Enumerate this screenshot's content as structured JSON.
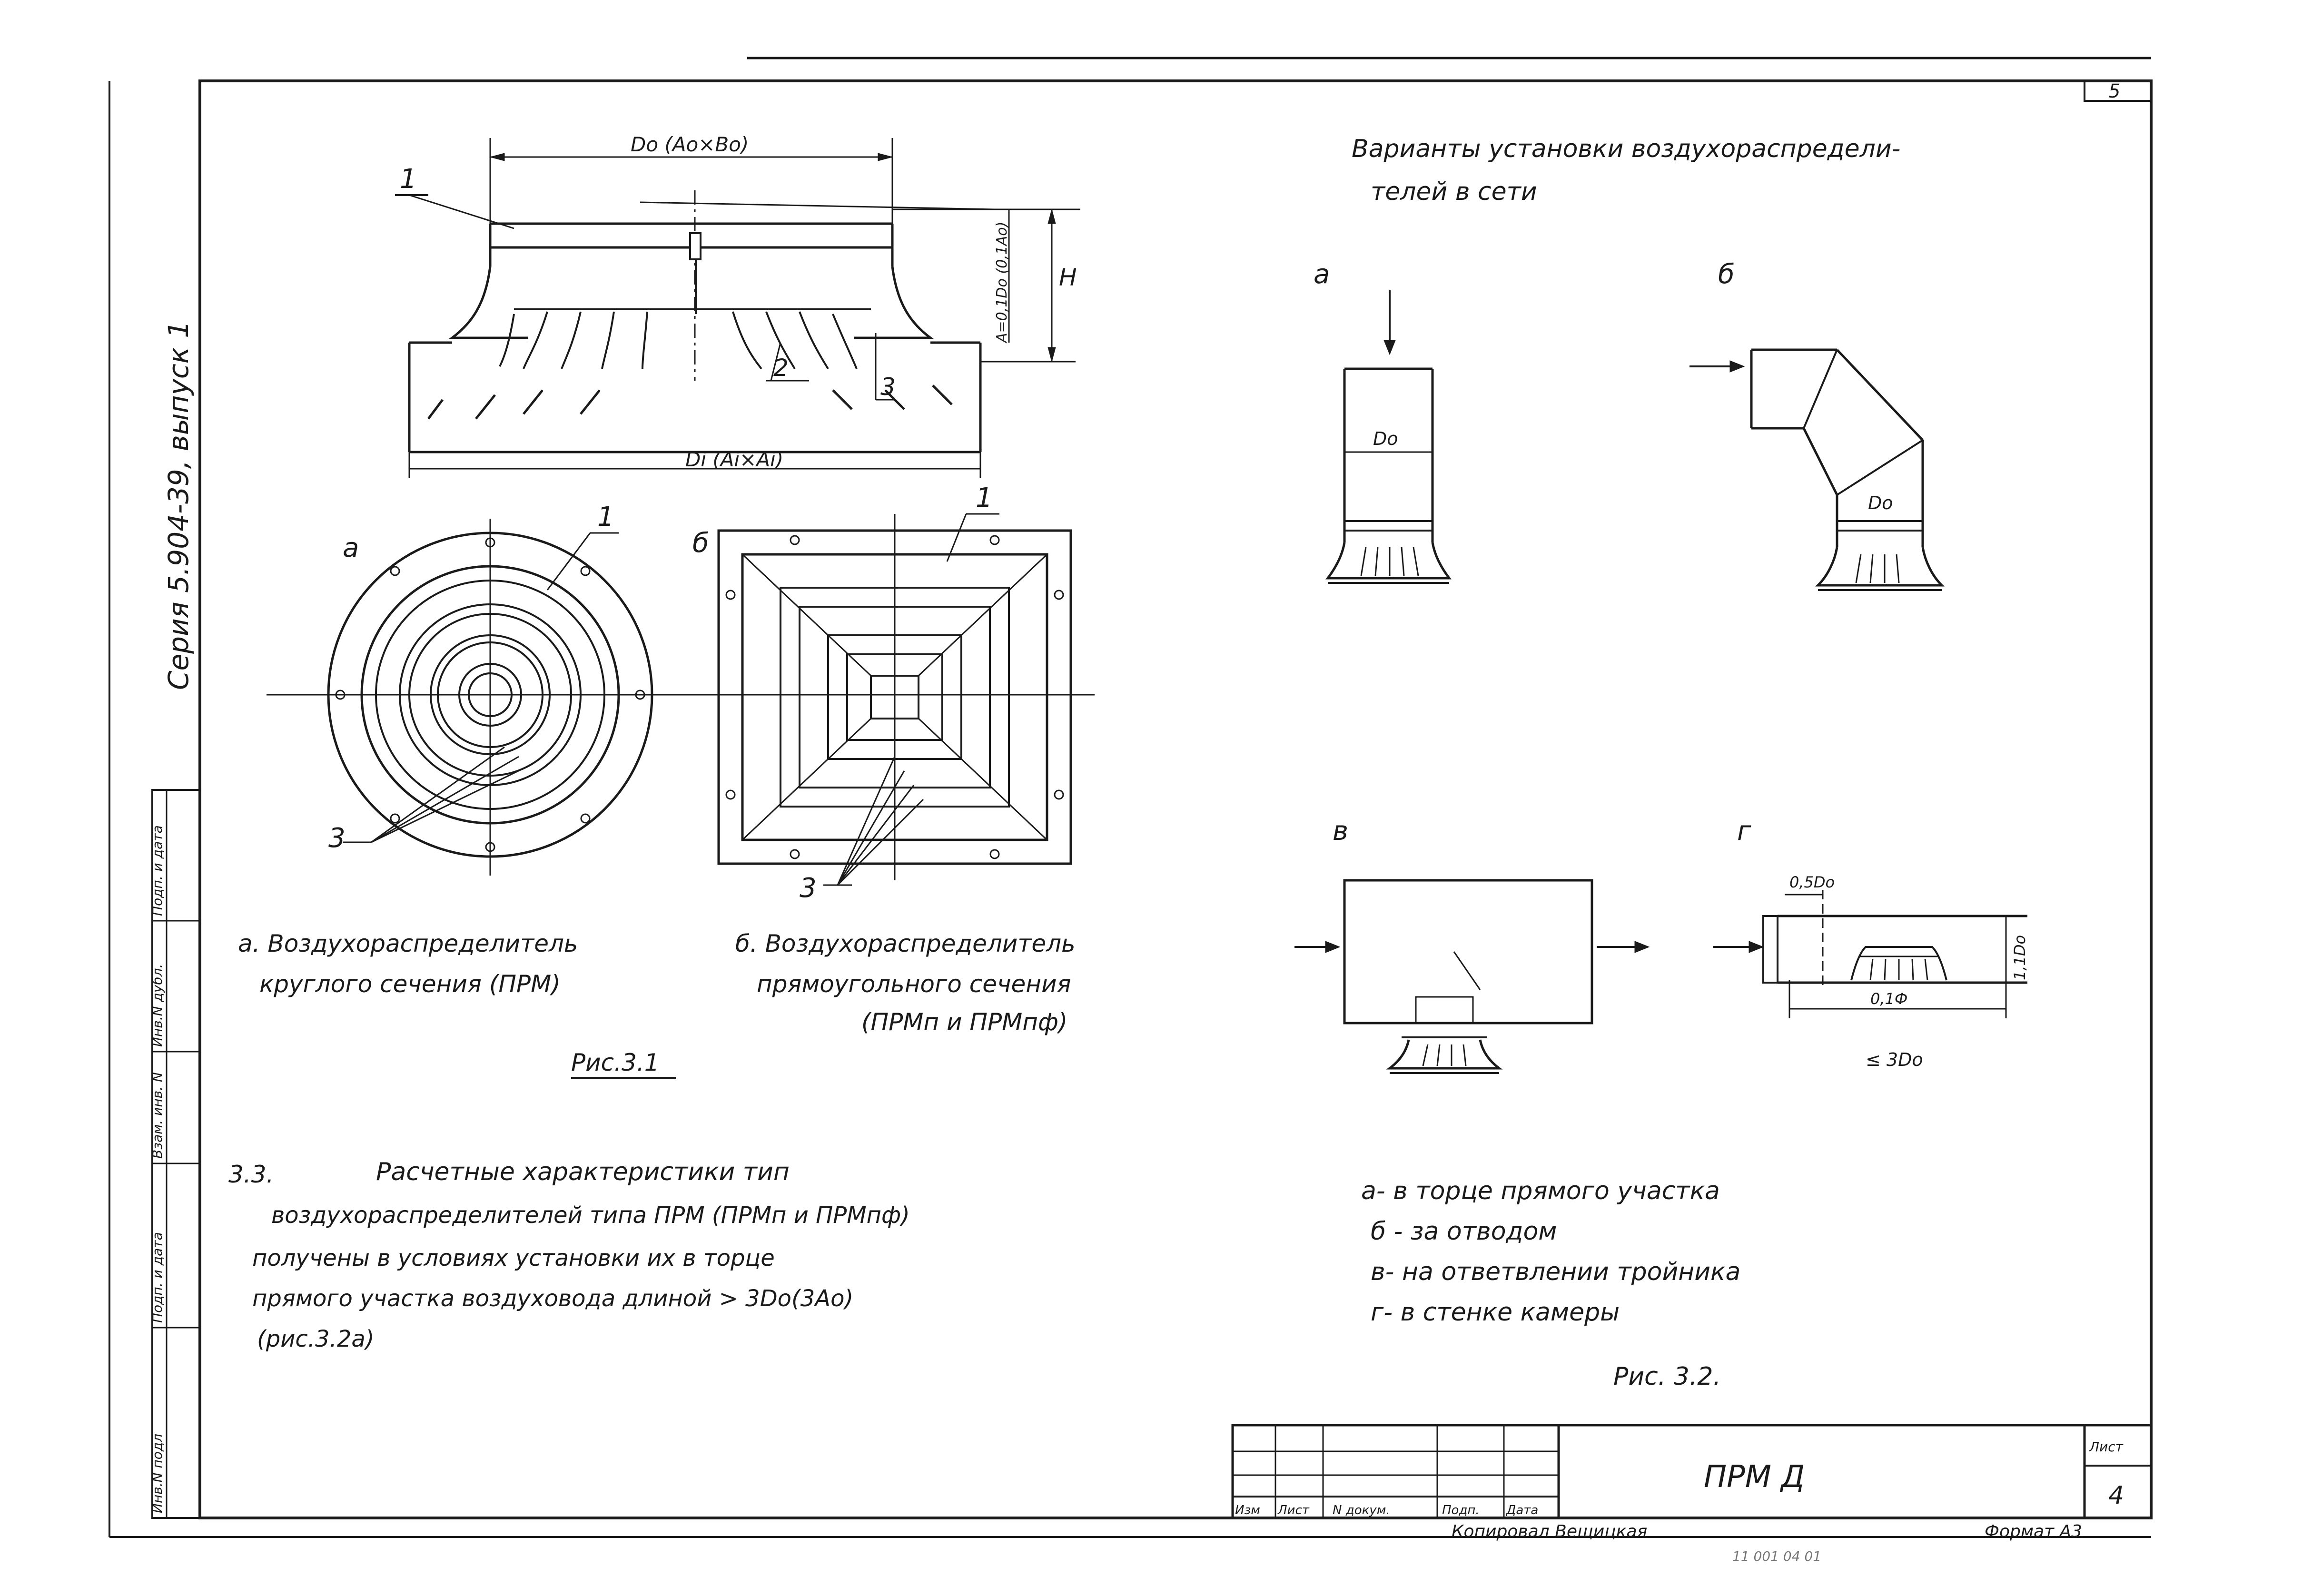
{
  "sheet": {
    "page_number": "5",
    "series_stamp": "Серия 5.904-39, выпуск 1",
    "format_label": "Формат А3",
    "copied_by": "Копировал Вещицкая",
    "bottom_number": "11 001 04 01"
  },
  "left_margin_stamp": [
    "Инв.N подл",
    "Подп. и дата",
    "Взам. инв. N",
    "Инв.N дубл.",
    "Подп. и дата"
  ],
  "fig31": {
    "dim_top": "Do (Ao×Bo)",
    "dim_bottom": "Di (Ai×Ai)",
    "dim_h": "H",
    "dim_a": "A=0,1Do (0,1Ao)",
    "callouts": [
      "1",
      "2",
      "3"
    ],
    "view_a_letter": "а",
    "view_b_letter": "б",
    "view_a_callouts": [
      "1",
      "3"
    ],
    "view_b_callouts": [
      "1",
      "3"
    ],
    "caption_a_line1": "а. Воздухораспределитель",
    "caption_a_line2": "круглого сечения (ПРМ)",
    "caption_b_line1": "б. Воздухораспределитель",
    "caption_b_line2": "прямоугольного сечения",
    "caption_b_line3": "(ПРМп и ПРМпф)",
    "figure_label": "Рис.3.1"
  },
  "fig32": {
    "heading_line1": "Варианты установки воздухораспредели-",
    "heading_line2": "телей в сети",
    "letters": [
      "а",
      "б",
      "в",
      "г"
    ],
    "label_do_a": "Do",
    "label_do_b": "Do",
    "label_05do": "0,5Do",
    "label_11do": "1,1Do",
    "label_len": "0,1Ф",
    "label_3do": "≤ 3Do",
    "legend": [
      "а- в торце прямого участка",
      "б - за отводом",
      "в- на ответвлении тройника",
      "г- в стенке камеры"
    ],
    "figure_label": "Рис. 3.2."
  },
  "section33": {
    "number": "3.3.",
    "lines": [
      "Расчетные характеристики тип",
      "воздухораспределителей типа ПРМ (ПРМп и ПРМпф)",
      "получены в условиях установки их в торце",
      "прямого участка воздуховода длиной > 3Do(3Ao)",
      "(рис.3.2а)"
    ]
  },
  "title_block": {
    "headers": [
      "Изм",
      "Лист",
      "N докум.",
      "Подп.",
      "Дата"
    ],
    "title": "ПРМ Д",
    "sheet_label": "Лист",
    "sheet_number": "4"
  }
}
